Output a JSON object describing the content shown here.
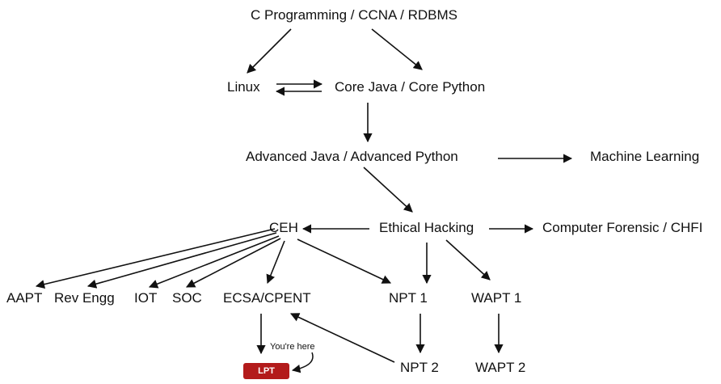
{
  "nodes": {
    "foundations": "C Programming / CCNA / RDBMS",
    "linux": "Linux",
    "core_java_python": "Core Java / Core Python",
    "advanced_java_python": "Advanced Java / Advanced Python",
    "machine_learning": "Machine Learning",
    "ceh": "CEH",
    "ethical_hacking": "Ethical Hacking",
    "computer_forensic": "Computer Forensic / CHFI",
    "aapt": "AAPT",
    "rev_engg": "Rev Engg",
    "iot": "IOT",
    "soc": "SOC",
    "ecsa_cpent": "ECSA/CPENT",
    "npt1": "NPT 1",
    "wapt1": "WAPT 1",
    "npt2": "NPT 2",
    "wapt2": "WAPT 2",
    "lpt": "LPT"
  },
  "annotation": {
    "current_position": "You're here"
  },
  "colors": {
    "lpt_badge": "#b31b1b",
    "arrow": "#111111"
  }
}
